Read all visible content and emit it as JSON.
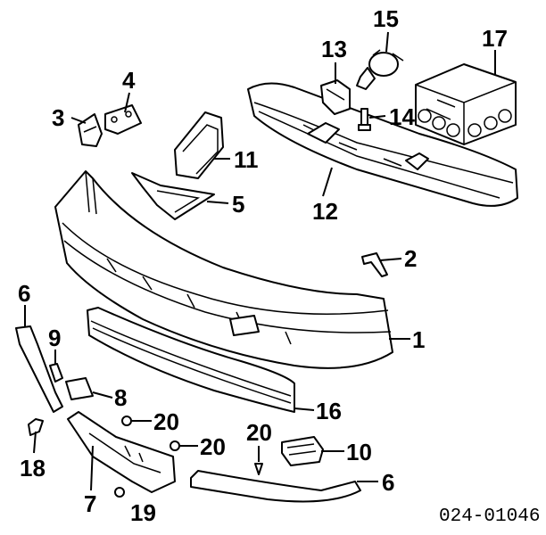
{
  "callouts": {
    "c1": "1",
    "c2": "2",
    "c3": "3",
    "c4": "4",
    "c5": "5",
    "c6a": "6",
    "c6b": "6",
    "c7": "7",
    "c8": "8",
    "c9": "9",
    "c10": "10",
    "c11": "11",
    "c12": "12",
    "c13": "13",
    "c14": "14",
    "c15": "15",
    "c16": "16",
    "c17": "17",
    "c18": "18",
    "c19": "19",
    "c20a": "20",
    "c20b": "20",
    "c20c": "20"
  },
  "diagram_code": "024-01046",
  "parts": [
    "bumper-cover",
    "reinforcement-bar",
    "bracket-left",
    "bracket-right",
    "air-duct",
    "duct-bracket",
    "trim-strip-left",
    "trim-strip-right",
    "license-plate-bracket",
    "lower-grille",
    "absorber",
    "bulb",
    "bolt",
    "clip",
    "small-bracket",
    "fog-lamp-cover",
    "pin-clip",
    "push-rivets"
  ]
}
